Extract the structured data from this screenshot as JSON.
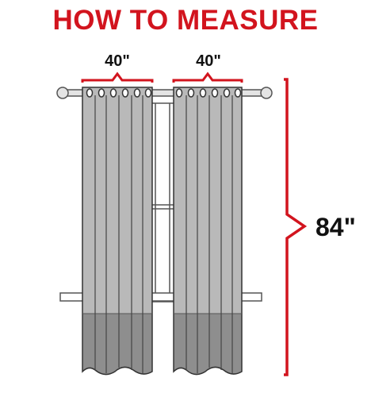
{
  "title": "HOW TO MEASURE",
  "colors": {
    "accent": "#d2141e",
    "curtain_top": "#b9b9b9",
    "curtain_bottom": "#8e8e8e",
    "outline": "#333333",
    "rod": "#e4e4e4"
  },
  "dimensions": {
    "left_width": "40\"",
    "right_width": "40\"",
    "height": "84\""
  }
}
